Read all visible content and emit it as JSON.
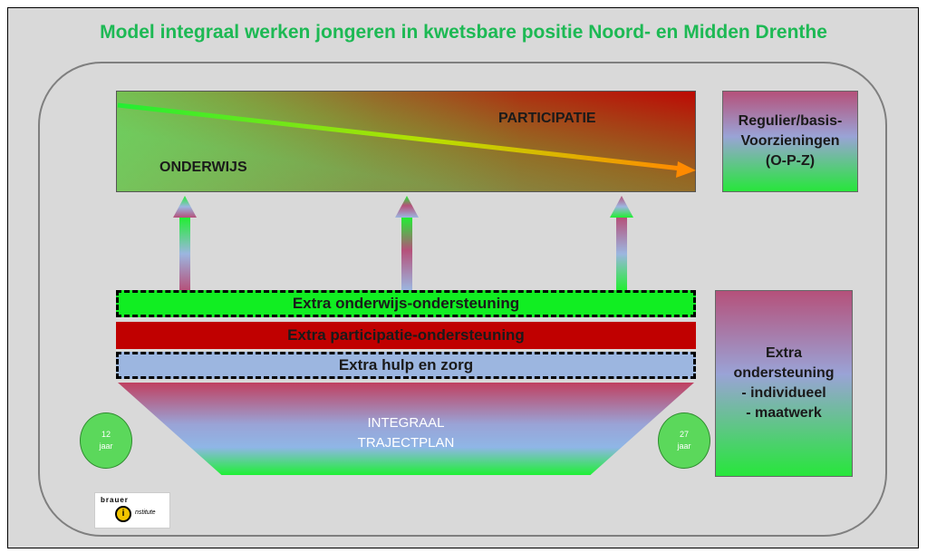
{
  "title": "Model integraal werken jongeren in kwetsbare positie Noord- en Midden Drenthe",
  "top_box": {
    "label_right": "PARTICIPATIE",
    "label_left": "ONDERWIJS"
  },
  "side_top": {
    "line1": "Regulier/basis-",
    "line2": "Voorzieningen",
    "line3": "(O-P-Z)"
  },
  "bands": {
    "band1": "Extra onderwijs-ondersteuning",
    "band2": "Extra participatie-ondersteuning",
    "band3": "Extra hulp en zorg"
  },
  "trajectplan": {
    "line1": "INTEGRAAL",
    "line2": "TRAJECTPLAN"
  },
  "side_bottom": {
    "line1": "Extra",
    "line2": "ondersteuning",
    "line3": "- individueel",
    "line4": "- maatwerk"
  },
  "age_start": {
    "number": "12",
    "unit": "jaar"
  },
  "age_end": {
    "number": "27",
    "unit": "jaar"
  },
  "logo": {
    "top_text": "brauer",
    "mark": "i",
    "bottom_text": "nstitute"
  },
  "colors": {
    "title": "#1db954",
    "green": "#11ee22",
    "red": "#c00000",
    "blue": "#9cb6e0",
    "magenta": "#b5517a"
  }
}
